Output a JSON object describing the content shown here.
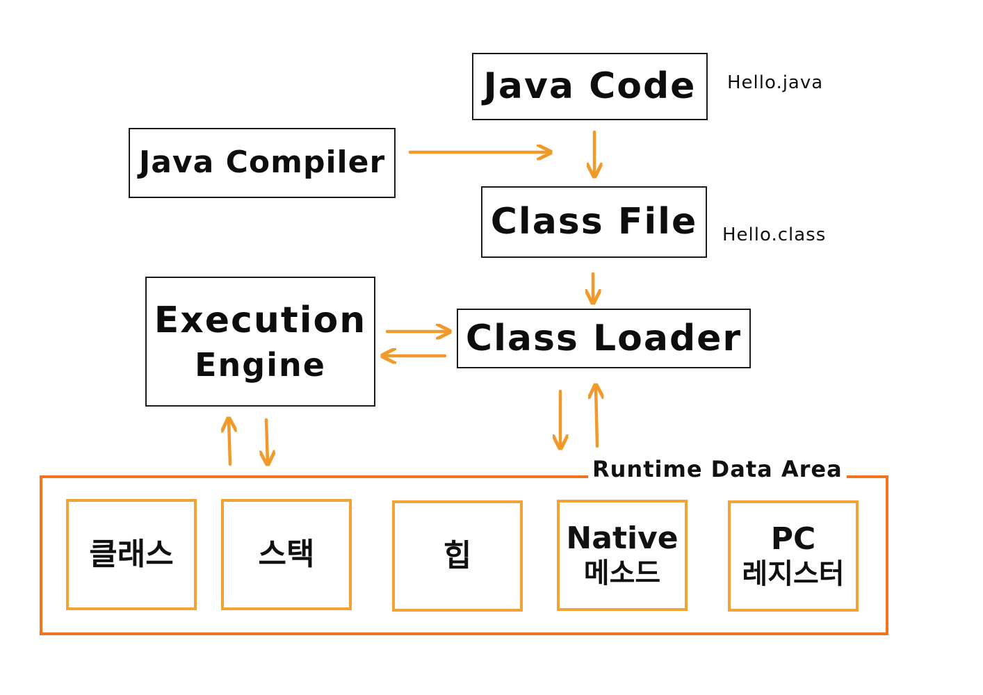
{
  "colors": {
    "box_border": "#1a1a1a",
    "area_border": "#f2741e",
    "cell_border": "#f3a236",
    "arrow": "#f19a2c"
  },
  "java_code": {
    "label": "Java Code",
    "file_note": "Hello.java"
  },
  "java_compiler": {
    "label": "Java Compiler"
  },
  "class_file": {
    "label": "Class File",
    "file_note": "Hello.class"
  },
  "class_loader": {
    "label": "Class Loader"
  },
  "execution_engine": {
    "line1": "Execution",
    "line2": "Engine"
  },
  "runtime_data_area": {
    "label": "Runtime Data Area",
    "cells": [
      {
        "line1": "클래스",
        "line2": ""
      },
      {
        "line1": "스택",
        "line2": ""
      },
      {
        "line1": "힙",
        "line2": ""
      },
      {
        "line1": "Native",
        "line2": "메소드"
      },
      {
        "line1": "PC",
        "line2": "레지스터"
      }
    ]
  }
}
